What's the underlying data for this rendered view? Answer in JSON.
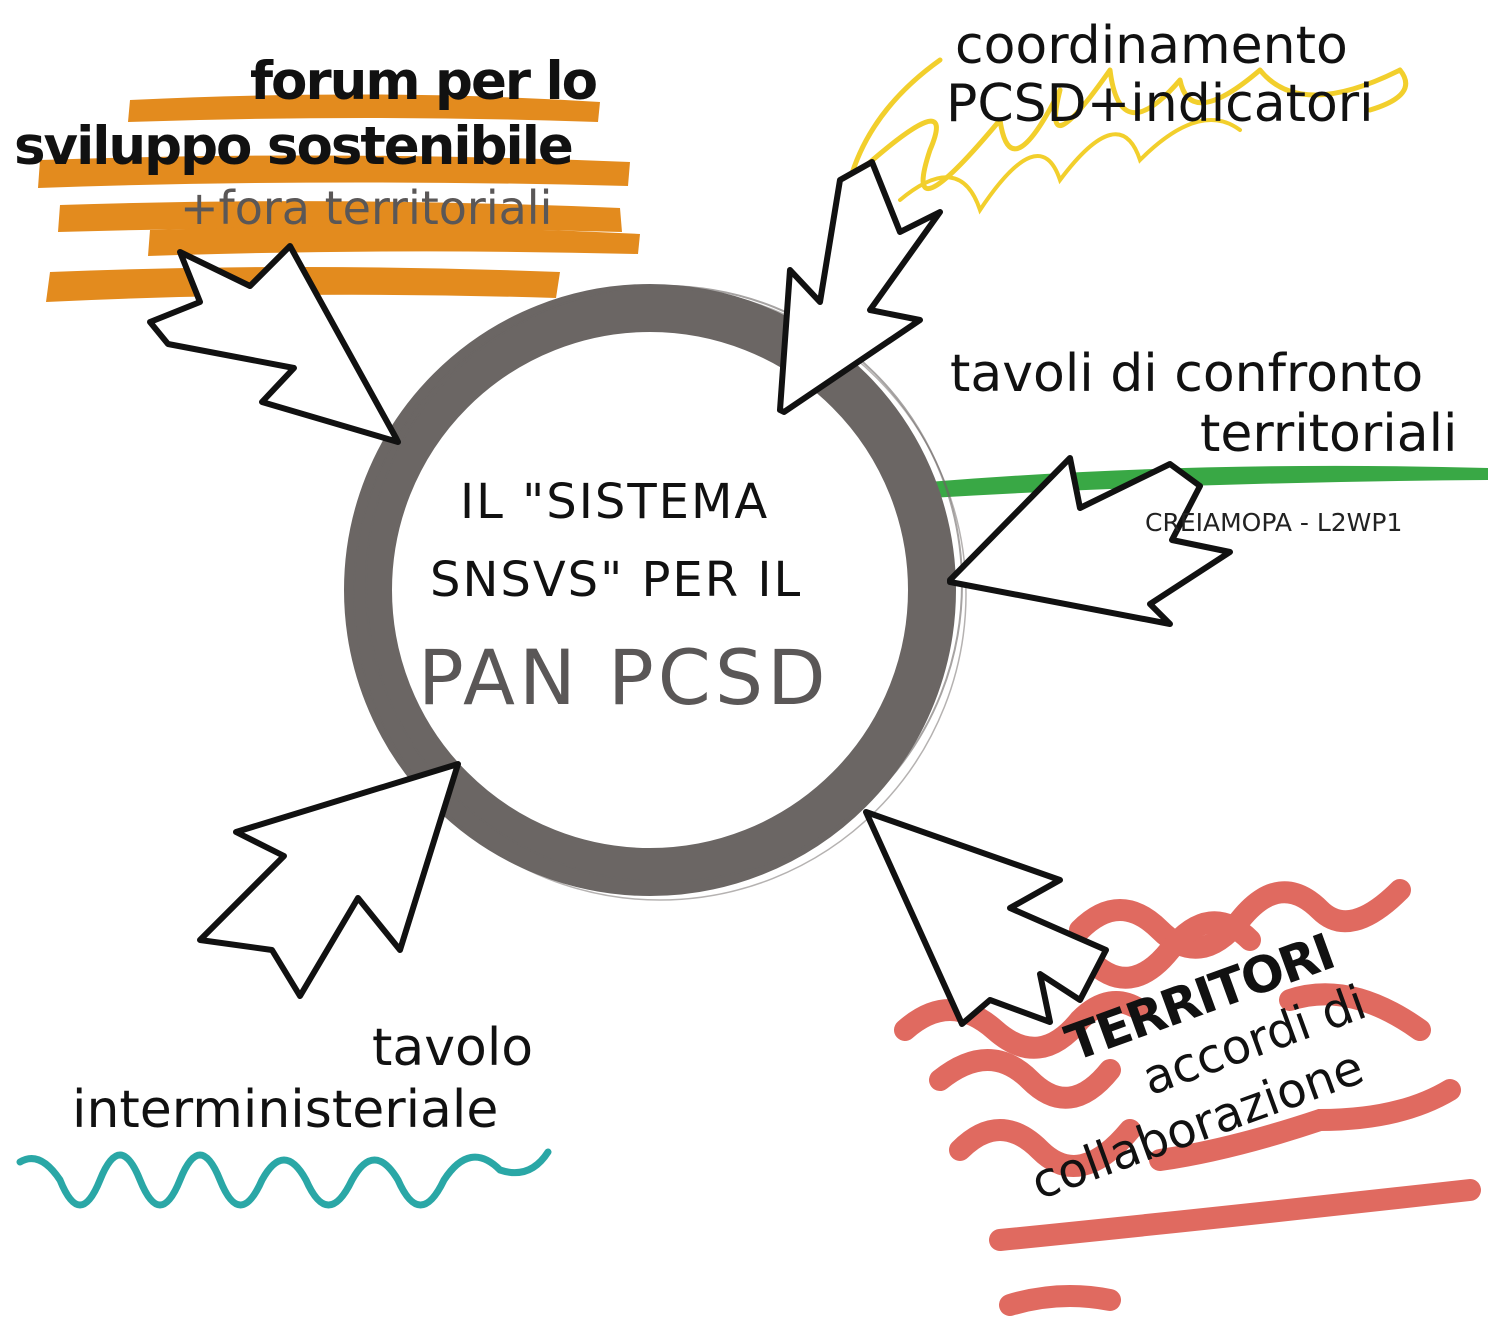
{
  "center": {
    "line1": "IL \"SISTEMA",
    "line2": "SNSVS\" PER IL",
    "line3": "PAN PCSD",
    "ring_color": "#6b6664"
  },
  "forum": {
    "line1": "forum per lo",
    "line2": "sviluppo sostenibile",
    "line3": "+fora territoriali",
    "color": "#e38b1e"
  },
  "coordinamento": {
    "line1": "coordinamento",
    "line2": "PCSD+indicatori",
    "color": "#f2cf2c"
  },
  "tavoli": {
    "line1": "tavoli di confronto",
    "line2": "territoriali",
    "line3": "CREIAMOPA - L2WP1",
    "color": "#39a845"
  },
  "tavolo_inter": {
    "line1": "tavolo",
    "line2": "interministeriale",
    "color": "#2aa7a6"
  },
  "territori": {
    "line1": "TERRITORI",
    "line2": "accordi di",
    "line3": "collaborazione",
    "color": "#e06a60"
  }
}
